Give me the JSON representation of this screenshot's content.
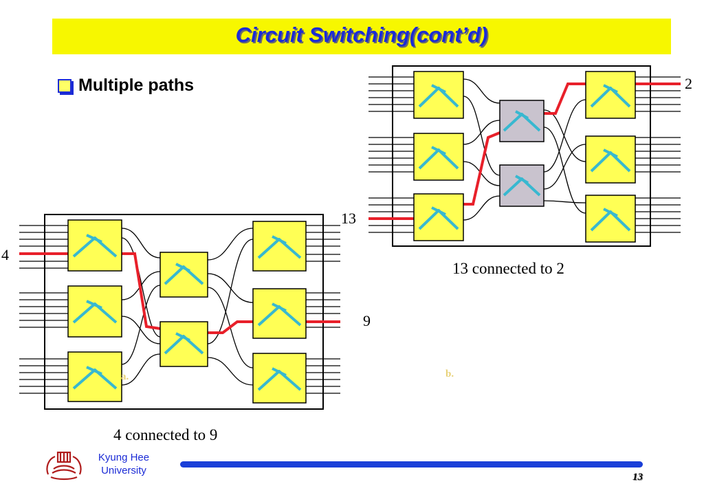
{
  "title": "Circuit Switching(cont’d)",
  "bullet": "Multiple paths",
  "diagram_a": {
    "input_label": "4",
    "output_label": "9",
    "caption": "4 connected to 9",
    "sublabel": "a."
  },
  "diagram_b": {
    "input_label": "13",
    "output_label": "2",
    "caption": "13 connected to 2",
    "sublabel": "b."
  },
  "footer": {
    "university_line1": "Kyung Hee",
    "university_line2": "University",
    "page_number": "13"
  },
  "colors": {
    "switch_yellow": "#ffff55",
    "switch_gray": "#c9c3ce",
    "path_red": "#e8202a",
    "title_blue": "#1b2bd6",
    "crossbar_cyan": "#38b8d0"
  },
  "icons": [
    "checkbox-bullet-icon",
    "university-logo-icon"
  ]
}
